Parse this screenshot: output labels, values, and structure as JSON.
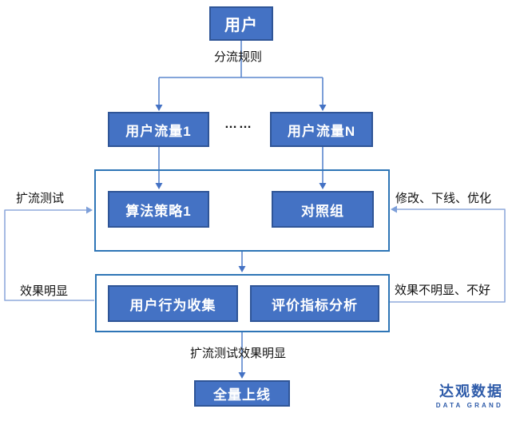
{
  "diagram": {
    "title_hint": "AB testing traffic-split flow diagram",
    "nodes": {
      "user": "用户",
      "flow1": "用户流量1",
      "flowN": "用户流量N",
      "ellipsis": "……",
      "algo": "算法策略1",
      "control": "对照组",
      "behavior": "用户行为收集",
      "metrics": "评价指标分析",
      "launch": "全量上线"
    },
    "labels": {
      "split_rule": "分流规则",
      "expand_test": "扩流测试",
      "modify": "修改、下线、优化",
      "effect_obvious": "效果明显",
      "effect_not_obvious": "效果不明显、不好",
      "expand_result": "扩流测试效果明显"
    }
  },
  "logo": {
    "name": "达观数据",
    "subtitle": "DATA GRAND"
  },
  "colors": {
    "node_fill": "#4472C4",
    "node_border": "#2F5597",
    "group_border": "#2E75B6",
    "connector_main": "#5B87CE",
    "connector_loop": "#8FAADC",
    "arrow_main": "#4472C4",
    "arrow_loop": "#7D9FD9",
    "label_text": "#111111",
    "node_text": "#FFFFFF",
    "logo_blue": "#2E5BA9"
  }
}
